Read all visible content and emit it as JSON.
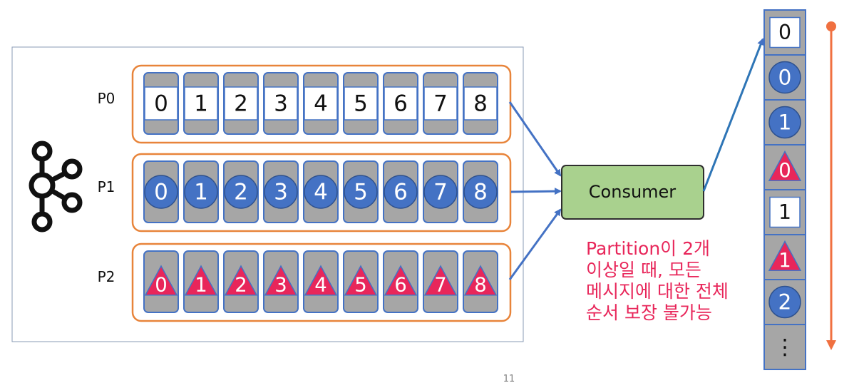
{
  "colors": {
    "partition_border": "#e8843a",
    "cell_fill": "#a6a6a6",
    "cell_border": "#4472c4",
    "circle_fill": "#4472c4",
    "triangle_fill": "#e8265a",
    "consumer_fill": "#a9d18e",
    "consumer_border": "#2e2e2e",
    "arrow": "#4472c4",
    "time_arrow": "#f07040",
    "note_text": "#e8265a"
  },
  "icons": {
    "kafka_logo": "kafka-logo-icon"
  },
  "partitions": [
    {
      "label": "P0",
      "marker": "square",
      "offsets": [
        "0",
        "1",
        "2",
        "3",
        "4",
        "5",
        "6",
        "7",
        "8"
      ]
    },
    {
      "label": "P1",
      "marker": "circle",
      "offsets": [
        "0",
        "1",
        "2",
        "3",
        "4",
        "5",
        "6",
        "7",
        "8"
      ]
    },
    {
      "label": "P2",
      "marker": "triangle",
      "offsets": [
        "0",
        "1",
        "2",
        "3",
        "4",
        "5",
        "6",
        "7",
        "8"
      ]
    }
  ],
  "consumer": {
    "label": "Consumer"
  },
  "output_queue": [
    {
      "marker": "square",
      "offset": "0"
    },
    {
      "marker": "circle",
      "offset": "0"
    },
    {
      "marker": "circle",
      "offset": "1"
    },
    {
      "marker": "triangle",
      "offset": "0"
    },
    {
      "marker": "square",
      "offset": "1"
    },
    {
      "marker": "triangle",
      "offset": "1"
    },
    {
      "marker": "circle",
      "offset": "2"
    },
    {
      "marker": "ellipsis",
      "offset": "⋮"
    }
  ],
  "note": {
    "lines": [
      "Partition이 2개",
      "이상일 때, 모든",
      "메시지에 대한 전체",
      "순서 보장 불가능"
    ]
  },
  "page_number": "11"
}
